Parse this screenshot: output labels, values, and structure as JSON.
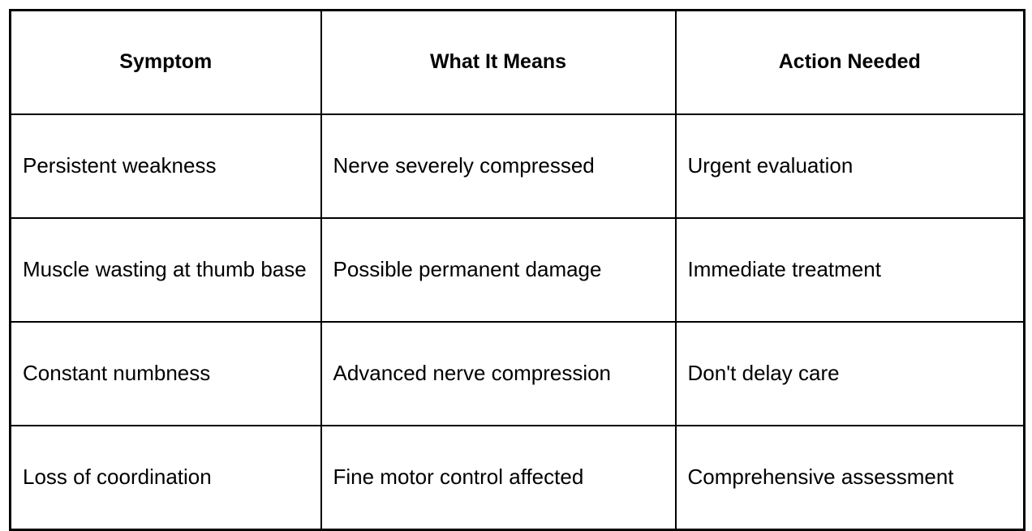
{
  "table": {
    "columns": [
      {
        "key": "symptom",
        "label": "Symptom",
        "align": "center"
      },
      {
        "key": "meaning",
        "label": "What It Means",
        "align": "center"
      },
      {
        "key": "action",
        "label": "Action Needed",
        "align": "center"
      }
    ],
    "rows": [
      {
        "symptom": "Persistent weakness",
        "meaning": "Nerve severely compressed",
        "action": "Urgent evaluation"
      },
      {
        "symptom": "Muscle wasting at thumb base",
        "meaning": "Possible permanent damage",
        "action": "Immediate treatment"
      },
      {
        "symptom": "Constant numbness",
        "meaning": "Advanced nerve compression",
        "action": "Don't delay care"
      },
      {
        "symptom": "Loss of coordination",
        "meaning": "Fine motor control affected",
        "action": "Comprehensive assessment"
      }
    ]
  },
  "colors": {
    "border": "#000000",
    "text": "#000000",
    "background": "#ffffff"
  }
}
